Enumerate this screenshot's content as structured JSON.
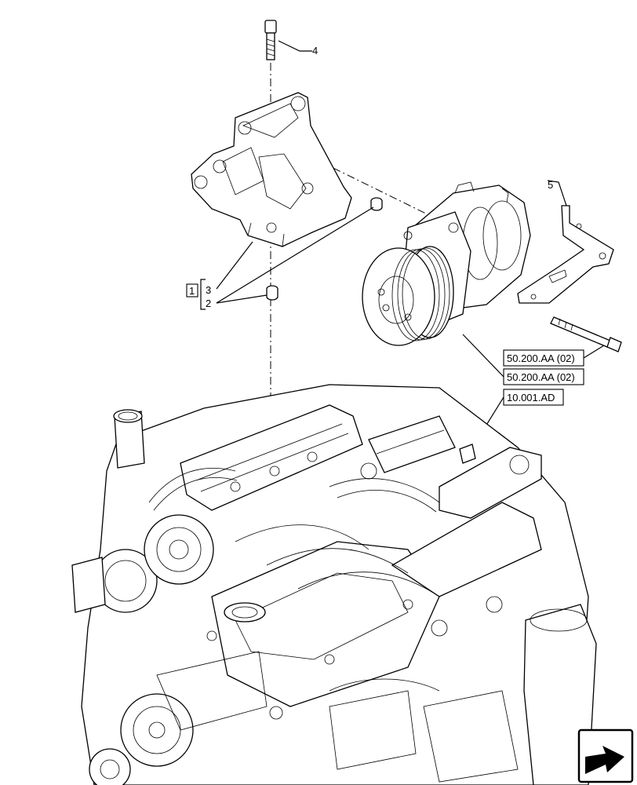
{
  "callouts": {
    "item_1": "1",
    "item_2": "2",
    "item_3": "3",
    "item_4": "4",
    "item_5": "5"
  },
  "references": {
    "ref_a": "50.200.AA (02)",
    "ref_b": "50.200.AA (02)",
    "ref_c": "10.001.AD"
  },
  "icons": {
    "nav": "next-page-arrow-icon"
  }
}
